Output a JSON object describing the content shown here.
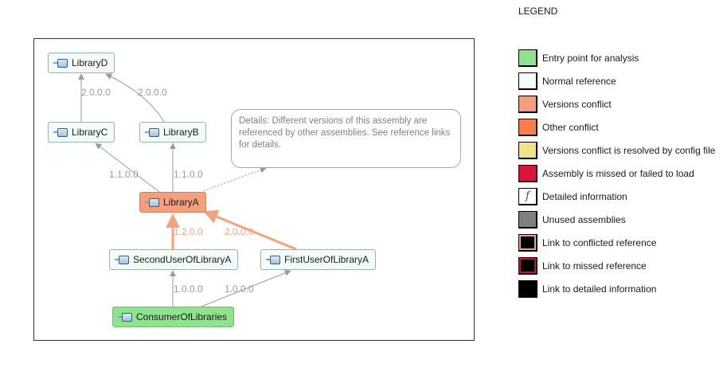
{
  "nodes": {
    "library_d": "LibraryD",
    "library_c": "LibraryC",
    "library_b": "LibraryB",
    "library_a": "LibraryA",
    "second_user": "SecondUserOfLibraryA",
    "first_user": "FirstUserOfLibraryA",
    "consumer": "ConsumerOfLibraries"
  },
  "edge_labels": {
    "c_to_d": "2.0.0.0",
    "b_to_d": "2.0.0.0",
    "a_to_c": "1.1.0.0",
    "a_to_b": "1.1.0.0",
    "second_to_a": "1.2.0.0",
    "first_to_a": "2.0.0.0",
    "consumer_to_second": "1.0.0.0",
    "consumer_to_first": "1.0.0.0"
  },
  "callout": "Details: Different versions of this assembly are referenced by other assemblies. See reference links for details.",
  "legend": {
    "title": "LEGEND",
    "items": [
      {
        "key": "entry",
        "label": "Entry point for analysis",
        "fill": "#8fe38f",
        "border": "#000000"
      },
      {
        "key": "normal",
        "label": "Normal reference",
        "fill": "#f4fbf8",
        "border": "#000000"
      },
      {
        "key": "versions-conflict",
        "label": "Versions conflict",
        "fill": "#f4a07e",
        "border": "#000000"
      },
      {
        "key": "other-conflict",
        "label": "Other conflict",
        "fill": "#f4804e",
        "border": "#000000"
      },
      {
        "key": "resolved-by-config",
        "label": "Versions conflict is resolved by config file",
        "fill": "#eee28f",
        "border": "#000000"
      },
      {
        "key": "missing",
        "label": "Assembly is missed or failed to load",
        "fill": "#d9163f",
        "border": "#000000"
      },
      {
        "key": "detailed",
        "label": "Detailed information",
        "fill": "#ffffff",
        "border": "#000000",
        "glyph": "f"
      },
      {
        "key": "unused",
        "label": "Unused assemblies",
        "fill": "#808080",
        "border": "#000000"
      },
      {
        "key": "link-conflicted",
        "label": "Link to conflicted reference",
        "fill": "#000000",
        "border": "#f2a27e"
      },
      {
        "key": "link-missed",
        "label": "Link to missed reference",
        "fill": "#000000",
        "border": "#cc1133"
      },
      {
        "key": "link-detailed",
        "label": "Link to detailed information",
        "fill": "#000000",
        "border": "#000000"
      }
    ]
  },
  "colors": {
    "edge": "#9a9a9a",
    "conflict_edge": "#f2a27e"
  }
}
